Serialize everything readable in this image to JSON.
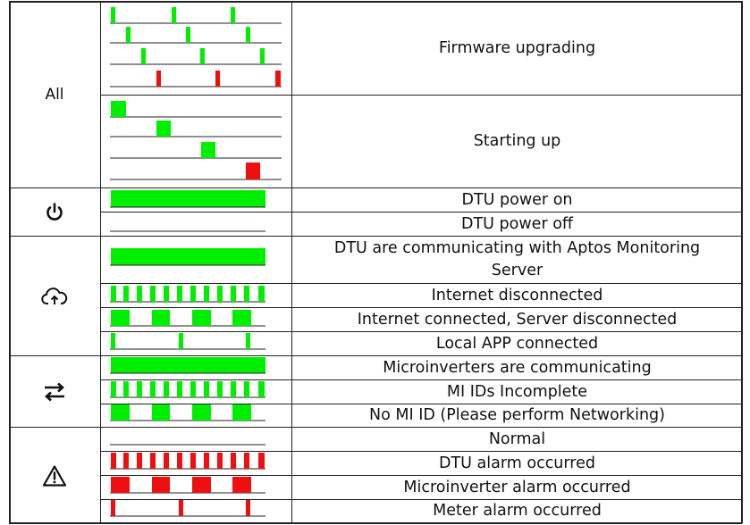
{
  "colors": {
    "green": "#00ee00",
    "red": "#ee1010",
    "line": "#222222"
  },
  "groups": [
    {
      "label": "All",
      "icon": "",
      "rows": [
        {
          "text": "Firmware upgrading"
        },
        {
          "text": "Starting up"
        }
      ]
    },
    {
      "label": "",
      "icon": "power-icon",
      "rows": [
        {
          "text": "DTU power on"
        },
        {
          "text": "DTU power off"
        }
      ]
    },
    {
      "label": "",
      "icon": "cloud-icon",
      "rows": [
        {
          "text_line1": "DTU are communicating with Aptos Monitoring",
          "text_line2": "Server"
        },
        {
          "text": "Internet disconnected"
        },
        {
          "text": "Internet connected, Server disconnected"
        },
        {
          "text": "Local APP connected"
        }
      ]
    },
    {
      "label": "",
      "icon": "transfer-arrows-icon",
      "rows": [
        {
          "text": "Microinverters are communicating"
        },
        {
          "text": "MI IDs Incomplete"
        },
        {
          "text": "No MI ID (Please perform Networking)"
        }
      ]
    },
    {
      "label": "",
      "icon": "warning-icon",
      "rows": [
        {
          "text": "Normal"
        },
        {
          "text": "DTU alarm occurred"
        },
        {
          "text": "Microinverter alarm occurred"
        },
        {
          "text": "Meter alarm occurred"
        }
      ]
    }
  ]
}
